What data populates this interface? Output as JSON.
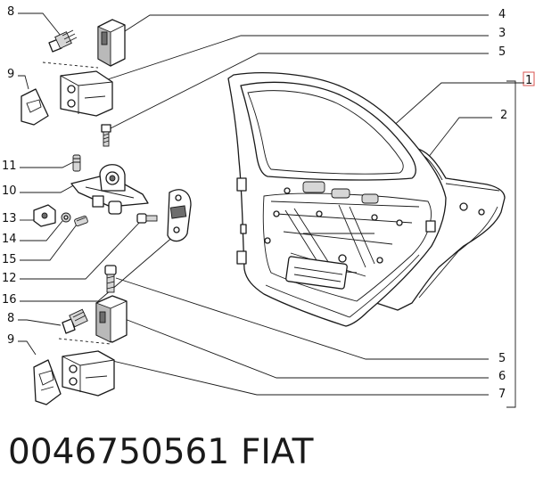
{
  "callouts": {
    "l8a": "8",
    "l9a": "9",
    "l11": "11",
    "l10": "10",
    "l13": "13",
    "l14": "14",
    "l15": "15",
    "l12": "12",
    "l16": "16",
    "l8b": "8",
    "l9b": "9",
    "r4": "4",
    "r3": "3",
    "r5a": "5",
    "r1": "1",
    "r2": "2",
    "r5b": "5",
    "r6": "6",
    "r7": "7"
  },
  "footer": {
    "part_number": "0046750561",
    "brand": "FIAT"
  }
}
